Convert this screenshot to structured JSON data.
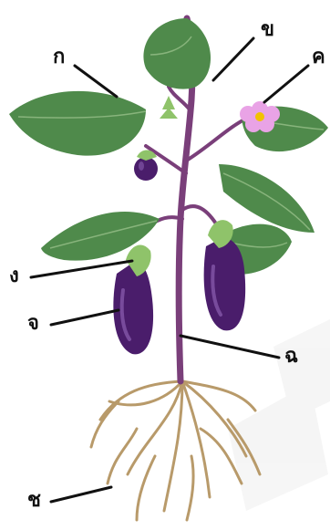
{
  "labels": {
    "kor": "ก",
    "khor": "ข",
    "khor2": "ค",
    "ngor": "ง",
    "jor": "จ",
    "chor_stem": "ฉ",
    "chor_root": "ช"
  },
  "colors": {
    "leaf": "#4f8a4b",
    "leaf_dark": "#3c6e39",
    "vein": "#88b47c",
    "stem": "#7a3f7a",
    "eggplant": "#4a1d6b",
    "eggplant_hi": "#8b5fb0",
    "calyx": "#8fc36a",
    "flower": "#e9a3e6",
    "flower_center": "#f2c200",
    "root": "#b89a6a",
    "pointer": "#111111",
    "watermark": "#eeeeee"
  }
}
